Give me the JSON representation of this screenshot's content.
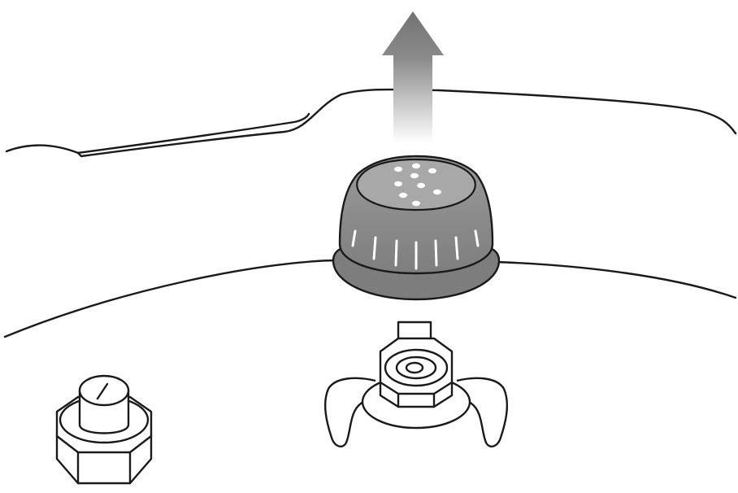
{
  "diagram": {
    "kind": "illustration",
    "description_free": true,
    "colors": {
      "line": "#1a1a1a",
      "cap_fill": "#8e8e8e",
      "cap_top": "#a9a9a9",
      "cap_rim": "#7d7d7d",
      "arrow_top": "#767676",
      "arrow_fade": "#ffffff",
      "background": "#ffffff"
    },
    "elements": {
      "arrow": "up-arrow-icon",
      "cap": "vent-cap",
      "valve": "float-valve",
      "knob": "pressure-knob"
    }
  }
}
